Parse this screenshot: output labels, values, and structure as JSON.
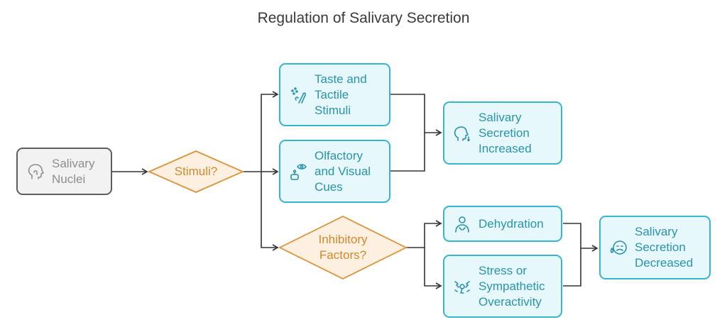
{
  "title": "Regulation of Salivary Secretion",
  "nodes": {
    "salivary_nuclei": "Salivary Nuclei",
    "stimuli": "Stimuli?",
    "taste": "Taste and Tactile Stimuli",
    "olfactory": "Olfactory and Visual Cues",
    "increased": "Salivary Secretion Increased",
    "inhibitory": "Inhibitory Factors?",
    "dehydration": "Dehydration",
    "stress": "Stress or Sympathetic Overactivity",
    "decreased": "Salivary Secretion Decreased"
  },
  "icons": {
    "salivary_nuclei": "head-profile-icon",
    "taste": "tongue-touch-icon",
    "olfactory": "eye-nose-icon",
    "increased": "head-saliva-icon",
    "dehydration": "thirsty-person-icon",
    "stress": "stress-lightning-icon",
    "decreased": "dry-face-icon"
  },
  "colors": {
    "teal_border": "#35b6cc",
    "teal_fill": "#e6f8fc",
    "teal_text": "#2a93aa",
    "gray_border": "#5e5e5e",
    "gray_fill": "#f2f2f2",
    "gray_text": "#8e8e8e",
    "decision_border": "#d9933a",
    "decision_fill": "#fdf0e1",
    "decision_text": "#d0892c",
    "connector": "#333333"
  }
}
